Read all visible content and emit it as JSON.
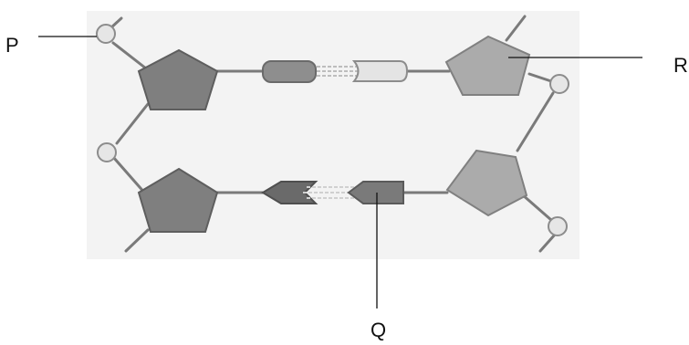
{
  "labels": {
    "p": "P",
    "q": "Q",
    "r": "R"
  },
  "colors": {
    "backbone": "#7a7a7a",
    "sugar_left": "#7f7f7f",
    "sugar_right": "#ababab",
    "phosphate_fill": "#e6e6e6",
    "phosphate_stroke": "#8c8c8c",
    "base_dark": "#6a6a6a",
    "base_mid": "#8e8e8e",
    "base_light": "#e4e4e4",
    "hbond": "#bdbdbd",
    "leader_line": "#111111"
  }
}
